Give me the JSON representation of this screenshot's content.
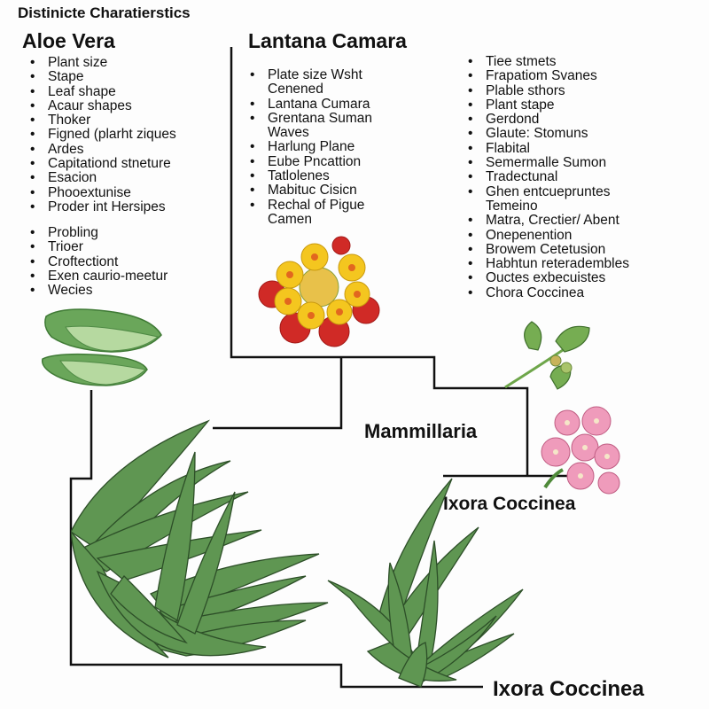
{
  "title": "Distinicte Charatierstics",
  "aloe_vera": {
    "heading": "Aloe Vera",
    "list_a": [
      "Plant size",
      "Stape",
      "Leaf shape",
      "Acaur shapes",
      "Thoker",
      "Figned (plarht ziques",
      "Ardes",
      "Capitationd stneture",
      "Esacion",
      "Phooextunise",
      "Proder int Hersipes"
    ],
    "list_b": [
      "Probling",
      "Trioer",
      "Croftectiont",
      "Exen caurio-meetur",
      "Wecies"
    ]
  },
  "lantana_camara": {
    "heading": "Lantana Camara",
    "list": [
      {
        "text": "Plate size Wsht",
        "bullet": true
      },
      {
        "text": "Cenened",
        "bullet": false
      },
      {
        "text": "Lantana Cumara",
        "bullet": true
      },
      {
        "text": "Grentana Suman",
        "bullet": true
      },
      {
        "text": "Waves",
        "bullet": false
      },
      {
        "text": "Harlung Plane",
        "bullet": true
      },
      {
        "text": "Eube Pncattion",
        "bullet": true
      },
      {
        "text": "Tatlolenes",
        "bullet": true
      },
      {
        "text": "Mabituc Cisicn",
        "bullet": true
      },
      {
        "text": "Rechal of Pigue",
        "bullet": true
      },
      {
        "text": "Camen",
        "bullet": false
      }
    ]
  },
  "right_column": {
    "list": [
      {
        "text": "Tiee stmets",
        "bullet": true
      },
      {
        "text": "Frapatiom Svanes",
        "bullet": true
      },
      {
        "text": "Plable sthors",
        "bullet": true
      },
      {
        "text": "Plant stape",
        "bullet": true
      },
      {
        "text": "Gerdond",
        "bullet": true
      },
      {
        "text": "Glaute: Stomuns",
        "bullet": true
      },
      {
        "text": "Flabital",
        "bullet": true
      },
      {
        "text": "Semermalle Sumon",
        "bullet": true
      },
      {
        "text": "Tradectunal",
        "bullet": true
      },
      {
        "text": "Ghen entcuepruntes",
        "bullet": true
      },
      {
        "text": "Temeino",
        "bullet": false
      },
      {
        "text": "Matra, Crectier/ Abent",
        "bullet": true
      },
      {
        "text": "Onepenention",
        "bullet": true
      },
      {
        "text": "Browem Cetetusion",
        "bullet": true
      },
      {
        "text": "Habhtun reteradembles",
        "bullet": true
      },
      {
        "text": "Ouctes exbecuistes",
        "bullet": true
      },
      {
        "text": "Chora Coccinea",
        "bullet": true
      }
    ]
  },
  "labels": {
    "mammillaria": "Mammillaria",
    "ixora_mid": "Ixora Coccinea",
    "ixora_bottom": "Ixora Coccinea"
  },
  "colors": {
    "line": "#111111",
    "aloe_green": "#5f9652",
    "aloe_light": "#a8cf8f",
    "lantana_yellow": "#f4c61f",
    "lantana_red": "#d02a26",
    "ixora_pink": "#e98fb0",
    "leaf_green": "#6ea64a"
  }
}
